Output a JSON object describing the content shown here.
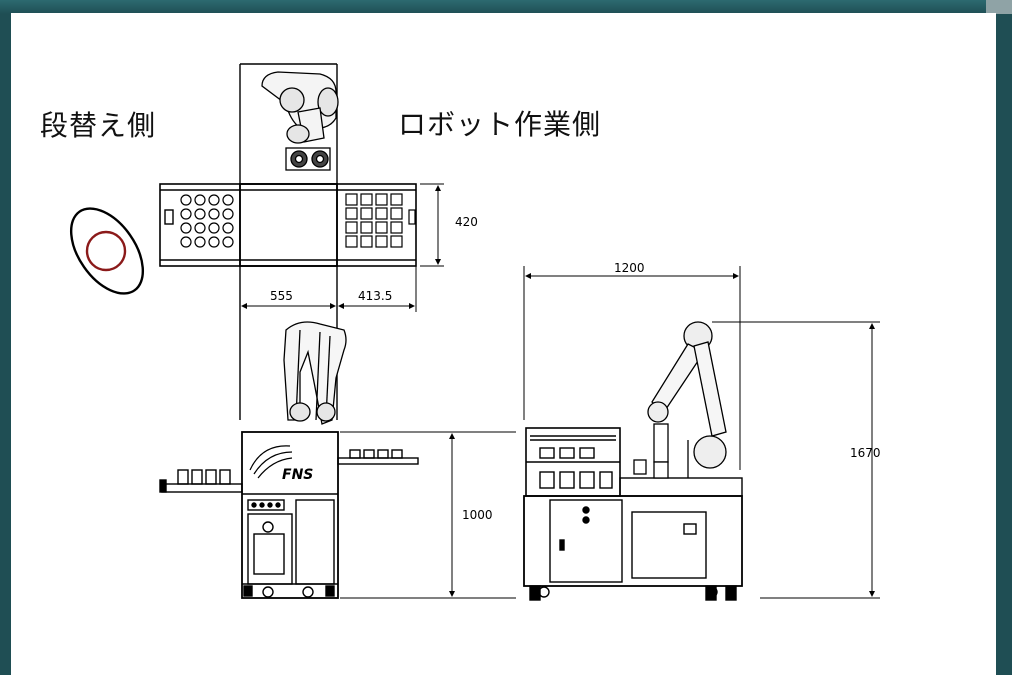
{
  "labels": {
    "changeover_side": "段替え側",
    "robot_work_side": "ロボット作業側"
  },
  "logo": {
    "text": "FNS"
  },
  "dimensions": {
    "top_depth": "420",
    "top_left_width": "555",
    "top_right_width": "413.5",
    "side_width": "1200",
    "total_height": "1670",
    "table_height": "1000"
  },
  "colors": {
    "background": "#1f4e54",
    "sheet": "#ffffff",
    "line": "#000000",
    "marker_ring": "#8b1a1a"
  }
}
